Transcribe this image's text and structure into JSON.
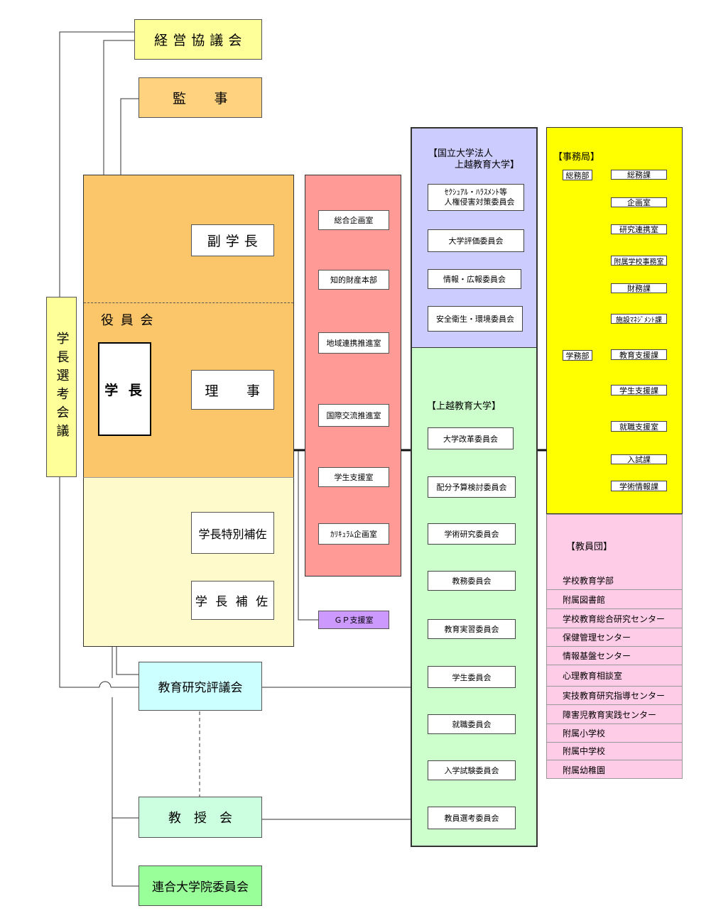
{
  "top": {
    "keiei": "経 営 協 議 会",
    "kanji": "監　　事"
  },
  "gakucho_senko": "学長選考会議",
  "yakuinkai": {
    "label": "役 員 会",
    "gakucho": "学 長",
    "fukugakucho": "副 学 長",
    "riji": "理　　事",
    "tokubetsu_hosa": "学長特別補佐",
    "hosa": "学 長 補 佐"
  },
  "red_column": {
    "items": [
      "総合企画室",
      "知的財産本部",
      "地域連携推進室",
      "国際交流推進室",
      "学生支援室",
      "ｶﾘｷｭﾗﾑ企画室"
    ]
  },
  "gp": "ＧＰ支援室",
  "lower_left": {
    "kyoiku_kenkyu": "教育研究評議会",
    "kyojukai": "教　授　会",
    "rengo": "連合大学院委員会"
  },
  "houjin": {
    "title_line1": "【国立大学法人",
    "title_line2": "上越教育大学】",
    "items": [
      {
        "line1": "ｾｸｼｭｱﾙ・ﾊﾗｽﾒﾝﾄ等",
        "line2": "人権侵害対策委員会"
      },
      {
        "line1": "大学評価委員会",
        "line2": ""
      },
      {
        "line1": "情報・広報委員会",
        "line2": ""
      },
      {
        "line1": "安全衛生・環境委員会",
        "line2": ""
      }
    ]
  },
  "daigaku": {
    "title": "【上越教育大学】",
    "items": [
      "大学改革委員会",
      "配分予算検討委員会",
      "学術研究委員会",
      "教務委員会",
      "教育実習委員会",
      "学生委員会",
      "就職委員会",
      "入学試験委員会",
      "教員選考委員会"
    ]
  },
  "jimukyoku": {
    "title": "【事務局】",
    "somubu": "総務部",
    "somubu_items": [
      "総務課",
      "企画室",
      "研究連携室",
      "附属学校事務室",
      "財務課",
      "施設ﾏﾈｼﾞﾒﾝﾄ課"
    ],
    "gakumubu": "学務部",
    "gakumubu_items": [
      "教育支援課",
      "学生支援課",
      "就職支援室",
      "入試課",
      "学術情報課"
    ]
  },
  "kyoindan": {
    "title": "【教員団】",
    "items": [
      "学校教育学部",
      "附属図書館",
      "学校教育総合研究センター",
      "保健管理センター",
      "情報基盤センター",
      "心理教育相談室",
      "実技教育研究指導センター",
      "障害児教育実践センター",
      "附属小学校",
      "附属中学校",
      "附属幼稚園"
    ]
  },
  "colors": {
    "yellow_light": "#FFFF99",
    "orange_light": "#FFD27F",
    "orange": "#FBC56A",
    "cream": "#FFFACC",
    "red": "#FF9A96",
    "purple": "#CC99FF",
    "lavender": "#CCCCFF",
    "lightgreen": "#CCFFCC",
    "cyan": "#CCFFFF",
    "mint": "#CCFFE0",
    "green": "#99FF99",
    "yellow": "#FFFF00",
    "pink": "#FFCCE8"
  }
}
